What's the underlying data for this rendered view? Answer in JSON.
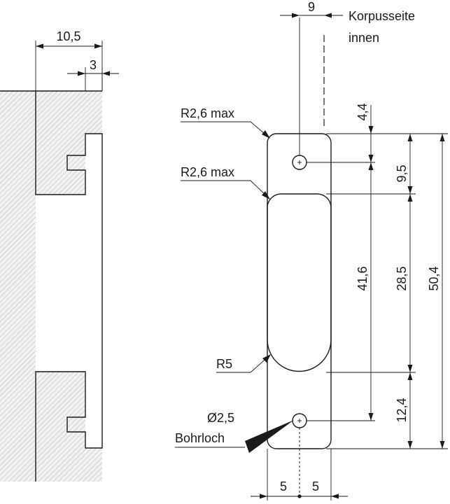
{
  "labels": {
    "side_label_line1": "Korpusseite",
    "side_label_line2": "innen",
    "radius_upper": "R2,6 max",
    "radius_middle": "R2,6 max",
    "radius_lower": "R5",
    "hole_diameter": "Ø2,5",
    "hole_name": "Bohrloch"
  },
  "dimensions": {
    "top_offset": "9",
    "depth_total": "10,5",
    "depth_step": "3",
    "top_gap": "4,4",
    "upper_pad": "9,5",
    "hole_spacing": "41,6",
    "recess_length": "28,5",
    "overall_length": "50,4",
    "lower_pad": "12,4",
    "half_width_left": "5",
    "half_width_right": "5"
  }
}
